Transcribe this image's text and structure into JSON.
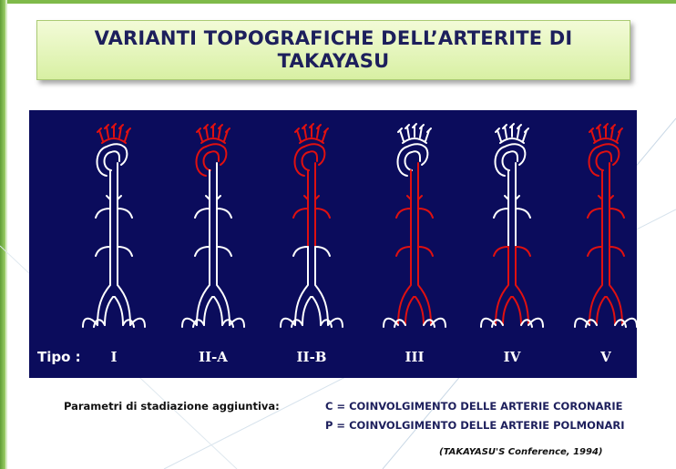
{
  "title": {
    "line1": "VARIANTI TOPOGRAFICHE DELL’ARTERITE DI",
    "line2": "TAKAYASU"
  },
  "colors": {
    "panel": "#0b0c5c",
    "normal_vessel": "#ffffff",
    "involved_vessel": "#e01010",
    "title_text": "#1d1f5c"
  },
  "diagram": {
    "tipo_label": "Tipo :",
    "types": [
      {
        "label": "I",
        "involved": [
          "arch_branches"
        ]
      },
      {
        "label": "II-A",
        "involved": [
          "arch_branches",
          "ascending_aorta",
          "aortic_arch"
        ]
      },
      {
        "label": "II-B",
        "involved": [
          "arch_branches",
          "ascending_aorta",
          "aortic_arch",
          "thoracic_aorta"
        ]
      },
      {
        "label": "III",
        "involved": [
          "thoracic_aorta",
          "abdominal_aorta",
          "renal_arteries"
        ]
      },
      {
        "label": "IV",
        "involved": [
          "abdominal_aorta",
          "renal_arteries"
        ]
      },
      {
        "label": "V",
        "involved": [
          "arch_branches",
          "ascending_aorta",
          "aortic_arch",
          "thoracic_aorta",
          "abdominal_aorta",
          "renal_arteries"
        ]
      }
    ]
  },
  "footer": {
    "parameters_label": "Parametri di stadiazione aggiuntiva:",
    "line_c": "C = COINVOLGIMENTO DELLE ARTERIE CORONARIE",
    "line_p": "P = COINVOLGIMENTO DELLE ARTERIE POLMONARI",
    "citation": "(TAKAYASU'S Conference, 1994)"
  }
}
